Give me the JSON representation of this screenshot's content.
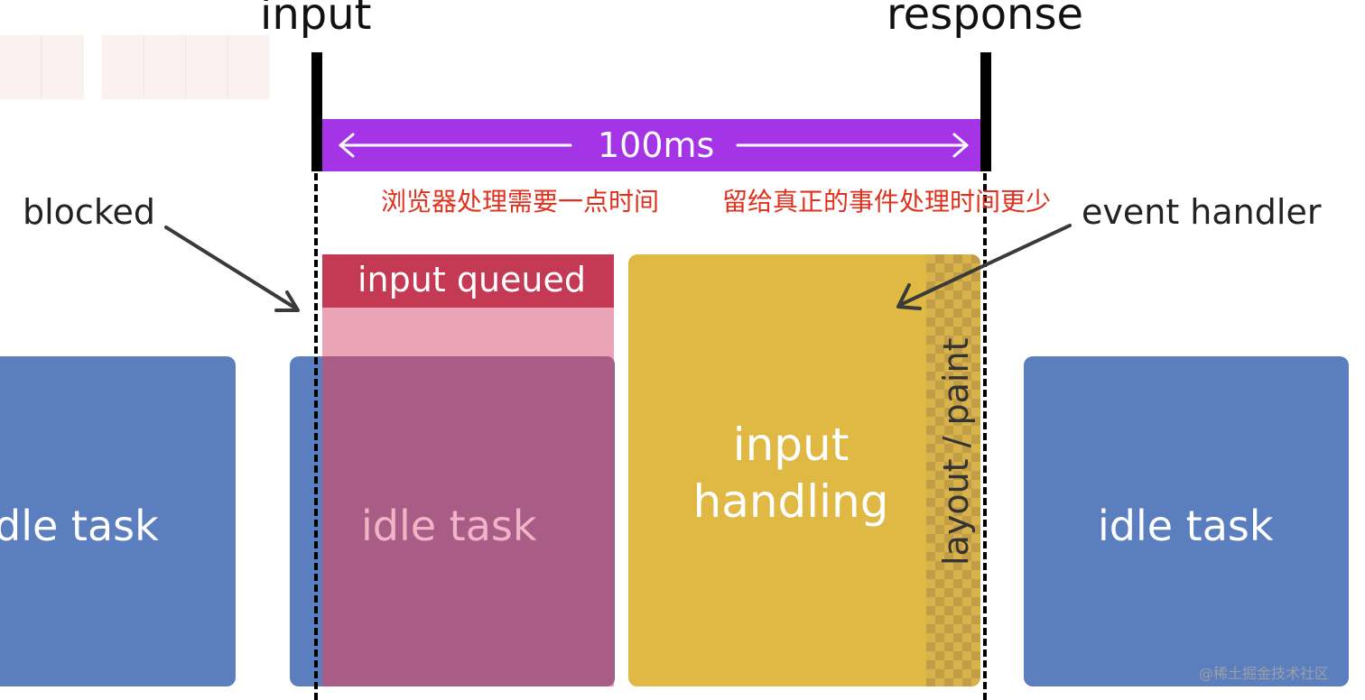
{
  "labels": {
    "input": "input",
    "response": "response",
    "blocked": "blocked",
    "event_handler": "event handler"
  },
  "timeline": {
    "duration": "100ms",
    "arrow_left": "←",
    "arrow_right": "→"
  },
  "annotations": {
    "browser_processing": "浏览器处理需要一点时间",
    "less_time": "留给真正的事件处理时间更少"
  },
  "blocks": {
    "idle_task_left": "dle task",
    "idle_task_middle": "idle task",
    "input_queued": "input queued",
    "input_handling_line1": "input",
    "input_handling_line2": "handling",
    "layout_paint": "layout / paint",
    "idle_task_right": "idle task"
  },
  "watermark": {
    "credit": "@稀土掘金技术社区"
  },
  "colors": {
    "task_blue": "#5b7ebf",
    "duration_purple": "#a434e6",
    "queued_red": "#c43a55",
    "handling_yellow": "#e0b844",
    "annotation_red": "#e0311e"
  }
}
